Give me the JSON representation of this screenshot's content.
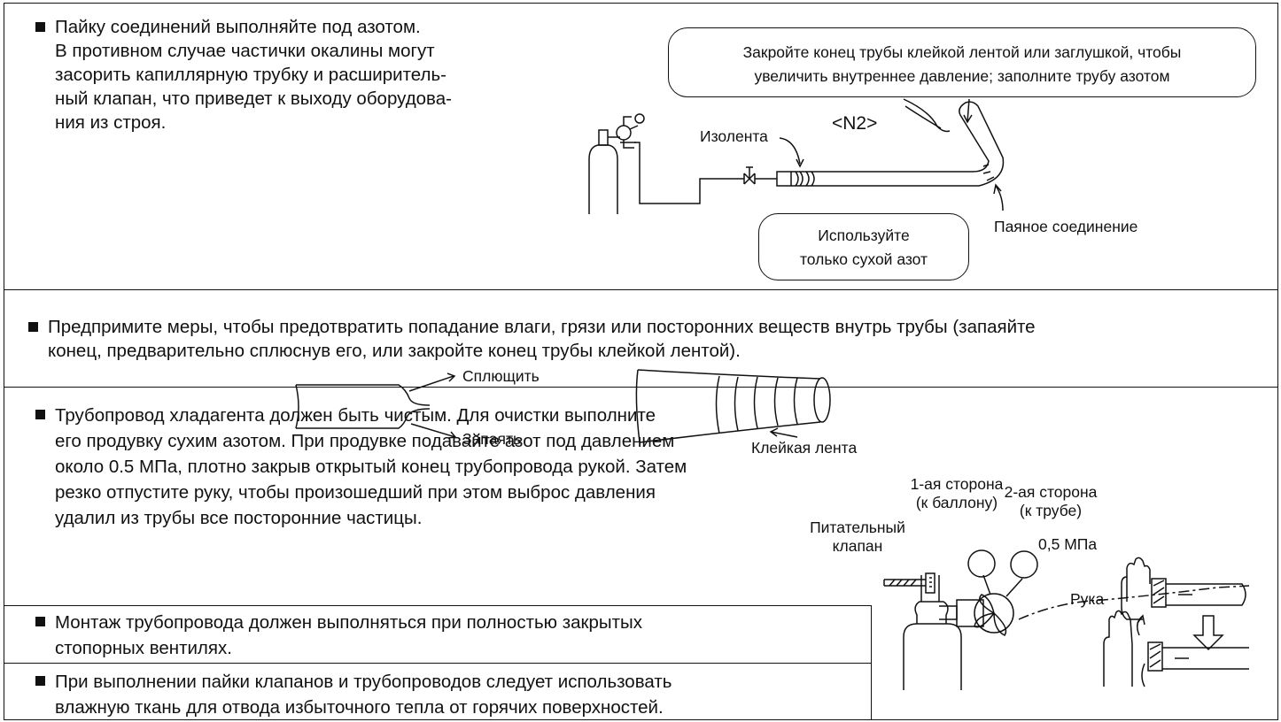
{
  "section1": {
    "text_lines": [
      "Пайку соединений выполняйте под азотом.",
      "В противном случае частички окалины могут",
      "засорить капиллярную трубку и расширитель-",
      "ный клапан, что приведет к выходу оборудова-",
      "ния из строя."
    ],
    "figure": {
      "callout_top": [
        "Закройте конец трубы клейкой лентой или заглушкой, чтобы",
        "увеличить внутреннее давление; заполните трубу азотом"
      ],
      "n2_label": "<N2>",
      "tape_label": "Изолента",
      "joint_label": "Паяное соединение",
      "callout_bottom": [
        "Используйте",
        "только сухой азот"
      ]
    }
  },
  "section2": {
    "text_lines": [
      "Предпримите меры, чтобы предотвратить попадание влаги, грязи или посторонних веществ внутрь трубы (запаяйте",
      "конец, предварительно сплюснув его, или закройте конец трубы клейкой лентой)."
    ],
    "figure": {
      "flatten_label": "Сплющить",
      "seal_label": "Запаять",
      "tape_label": "Клейкая лента"
    }
  },
  "section3": {
    "text_lines": [
      "Трубопровод хладагента должен быть чистым. Для очистки выполните",
      "его продувку сухим азотом. При продувке подавайте азот под давлением",
      "около 0.5 МПа, плотно закрыв открытый конец трубопровода рукой. Затем",
      "резко отпустите руку, чтобы произошедший при этом выброс давления",
      "удалил из трубы все посторонние частицы."
    ],
    "figure": {
      "side1": [
        "1-ая сторона",
        "(к баллону)"
      ],
      "side2": [
        "2-ая сторона",
        "(к трубе)"
      ],
      "valve": [
        "Питательный",
        "клапан"
      ],
      "pressure": "0,5 МПа",
      "hand": "Рука"
    }
  },
  "section4": {
    "text_lines": [
      "Монтаж трубопровода должен выполняться при полностью закрытых",
      "стопорных вентилях."
    ]
  },
  "section5": {
    "text_lines": [
      "При выполнении пайки клапанов и трубопроводов следует использовать",
      "влажную ткань для отвода избыточного тепла от горячих поверхностей."
    ]
  }
}
